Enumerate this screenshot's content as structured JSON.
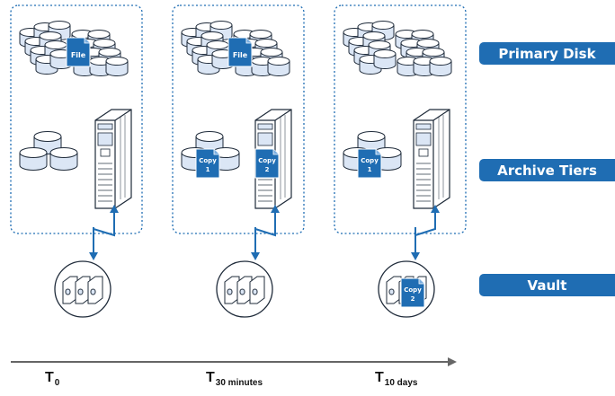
{
  "tiers": {
    "primary": "Primary Disk",
    "archive": "Archive Tiers",
    "vault": "Vault"
  },
  "columns": [
    {
      "time_main": "T",
      "time_sub": "0",
      "file_label": "File",
      "archive_copy": null,
      "vault_copy": null
    },
    {
      "time_main": "T",
      "time_sub": "30 minutes",
      "file_label": "File",
      "archive_copy": {
        "text": "Copy",
        "num": "1"
      },
      "server_copy": {
        "text": "Copy",
        "num": "2"
      },
      "vault_copy": null
    },
    {
      "time_main": "T",
      "time_sub": "10 days",
      "file_label": null,
      "archive_copy": {
        "text": "Copy",
        "num": "1"
      },
      "vault_copy": {
        "text": "Copy",
        "num": "2"
      }
    }
  ],
  "colors": {
    "accent": "#1f6db3",
    "disk_fill": "#dbe6f5",
    "disk_stroke": "#1f2b3a",
    "timeline": "#666666"
  }
}
